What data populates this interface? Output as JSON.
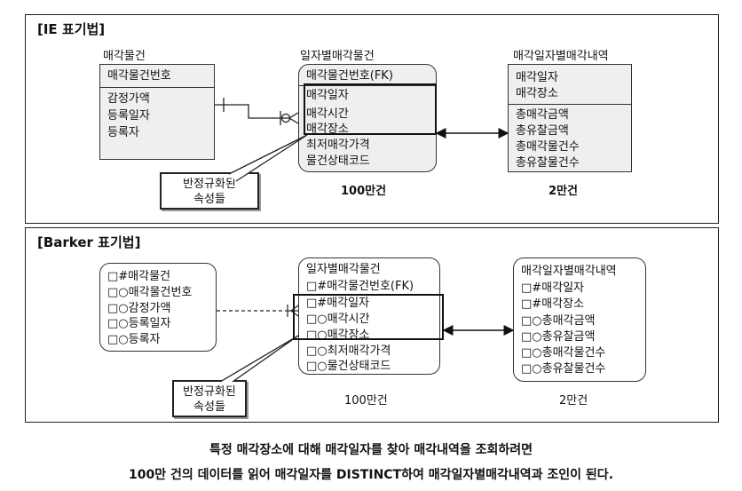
{
  "ie": {
    "title": "[IE 표기법]",
    "entity1": {
      "name": "매각물건",
      "pk": "매각물건번호",
      "attrs": [
        "감정가액",
        "등록일자",
        "등록자"
      ]
    },
    "entity2": {
      "name": "일자별매각물건",
      "attrs": [
        "매각물건번호(FK)",
        "매각일자",
        "매각시간",
        "매각장소",
        "최저매각가격",
        "물건상태코드"
      ],
      "count": "100만건"
    },
    "entity3": {
      "name": "매각일자별매각내역",
      "pk": [
        "매각일자",
        "매각장소"
      ],
      "attrs": [
        "총매각금액",
        "총유찰금액",
        "총매각물건수",
        "총유찰물건수"
      ],
      "count": "2만건"
    },
    "callout": [
      "반정규화된",
      "속성들"
    ]
  },
  "barker": {
    "title": "[Barker 표기법]",
    "entity1": {
      "rows": [
        "□#매각물건",
        "□○매각물건번호",
        "□○감정가액",
        "□○등록일자",
        "□○등록자"
      ]
    },
    "entity2": {
      "rows": [
        "일자별매각물건",
        "□#매각물건번호(FK)",
        "□#매각일자",
        "□○매각시간",
        "□○매각장소",
        "□○최저매각가격",
        "□○물건상태코드"
      ],
      "count": "100만건"
    },
    "entity3": {
      "rows": [
        "매각일자별매각내역",
        "□#매각일자",
        "□#매각장소",
        "□○총매각금액",
        "□○총유찰금액",
        "□○총매각물건수",
        "□○총유찰물건수"
      ],
      "count": "2만건"
    },
    "callout": [
      "반정규화된",
      "속성들"
    ]
  },
  "caption": {
    "line1": "특정 매각장소에 대해 매각일자를 찾아 매각내역을 조회하려면",
    "line2": "100만 건의 데이터를 읽어 매각일자를 DISTINCT하여 매각일자별매각내역과 조인이 된다."
  }
}
